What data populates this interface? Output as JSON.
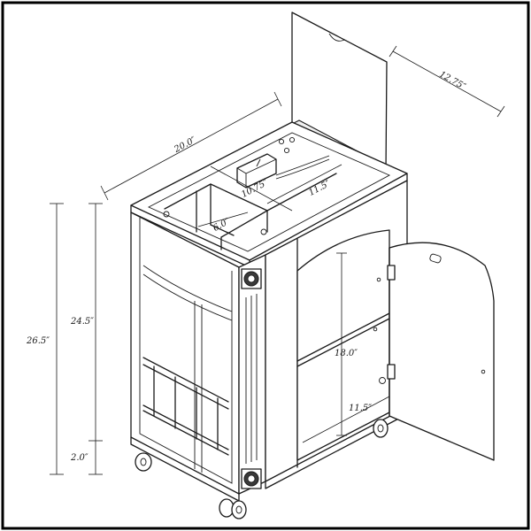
{
  "dimensions": {
    "overall_width": "20.0″",
    "lid_depth": "12.75″",
    "compartment_width": "10.75″",
    "top_right_width": "11.5″",
    "divider_width": "6.0″",
    "overall_height": "26.5″",
    "body_height": "24.5″",
    "wheel_height": "2.0″",
    "cabinet_height": "18.0″",
    "shelf_width": "11.5″"
  },
  "colors": {
    "line": "#1a1a1a",
    "background": "#ffffff"
  }
}
